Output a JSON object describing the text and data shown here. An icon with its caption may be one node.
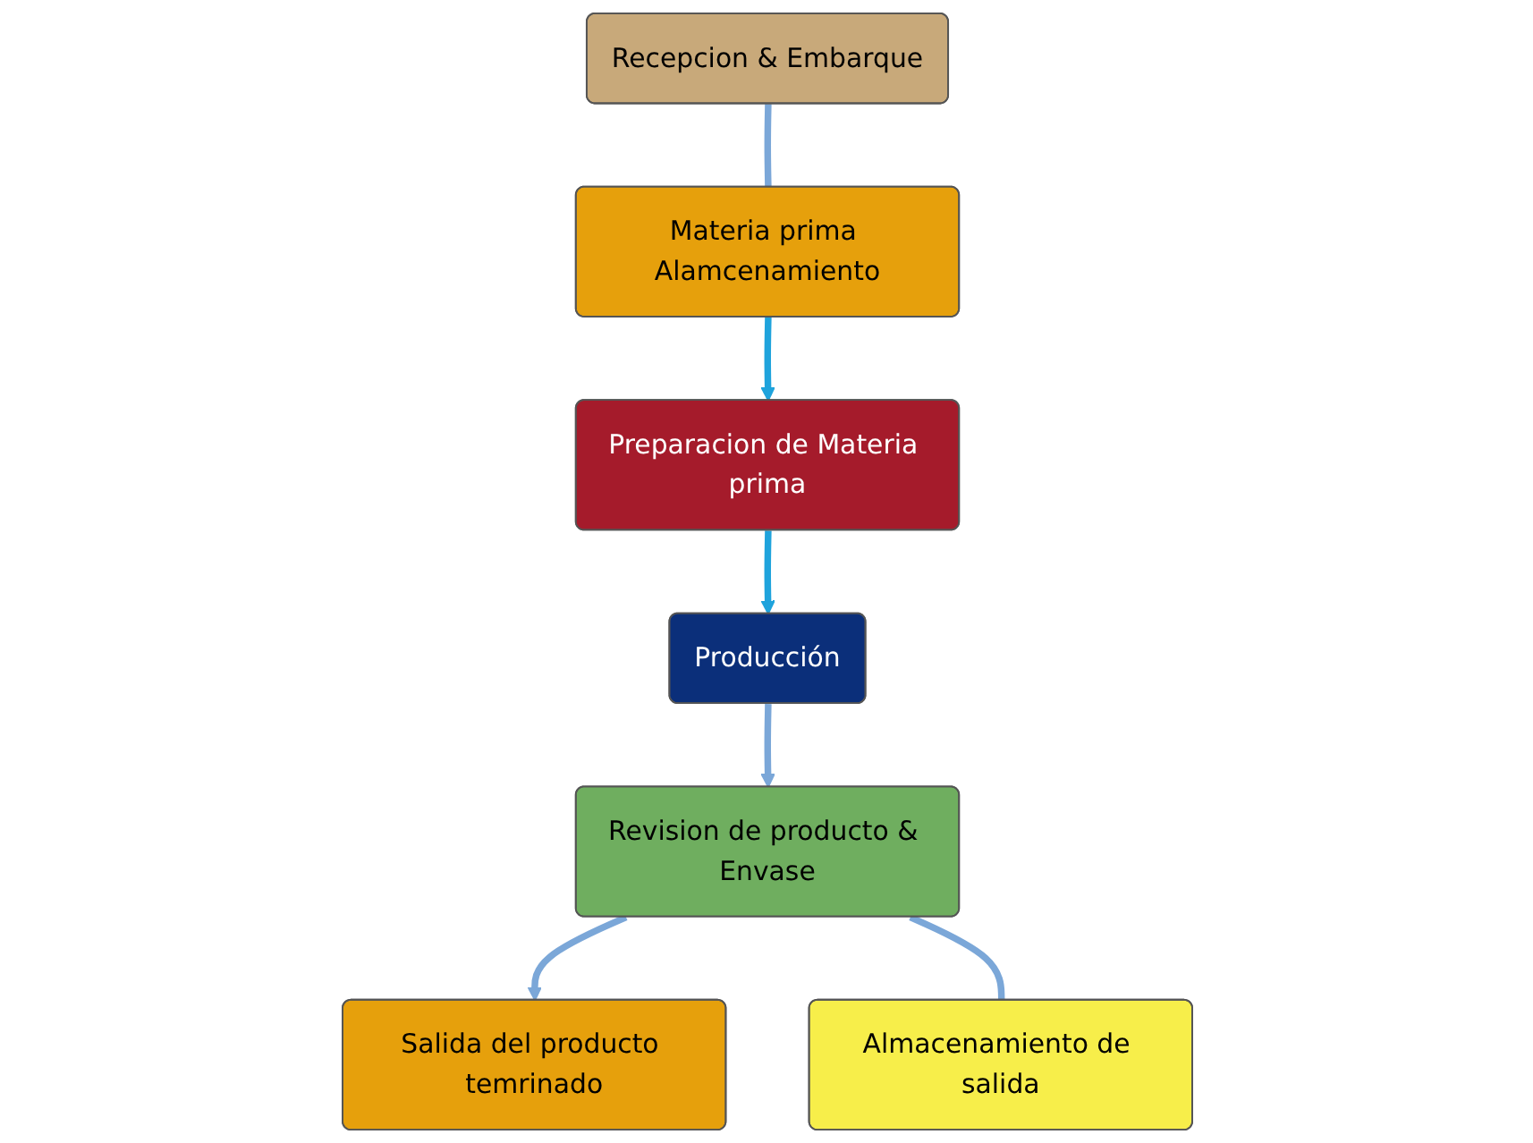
{
  "diagram": {
    "nodes": [
      {
        "text": [
          "Recepcion & Embarque"
        ]
      },
      {
        "text": [
          "Materia prima Alamcenamiento"
        ]
      },
      {
        "text": [
          "Preparacion de Materia prima"
        ]
      },
      {
        "text": [
          "Producción"
        ]
      },
      {
        "text": [
          "Revision de producto & Envase"
        ]
      },
      {
        "text": [
          "Salida del producto temrinado"
        ]
      },
      {
        "text": [
          "Almacenamiento de salida"
        ]
      }
    ],
    "edges": [
      {
        "from": 0,
        "to": 1,
        "arrow": "none"
      },
      {
        "from": 1,
        "to": 2,
        "arrow": "to",
        "color": "#1fa3dc"
      },
      {
        "from": 2,
        "to": 3,
        "arrow": "to",
        "color": "#1fa3dc"
      },
      {
        "from": 3,
        "to": 4,
        "arrow": "to"
      },
      {
        "from": 4,
        "to": 5,
        "arrow": "to"
      },
      {
        "from": 4,
        "to": 6,
        "arrow": "none"
      }
    ]
  }
}
